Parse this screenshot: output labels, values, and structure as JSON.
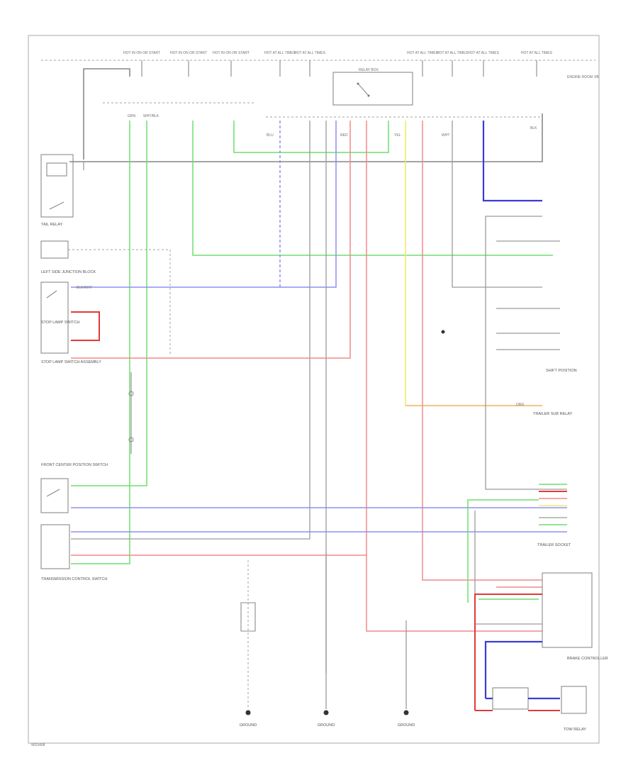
{
  "fuses": [
    "HOT IN ON OR START",
    "HOT IN ON OR START",
    "HOT IN ON OR START",
    "HOT AT ALL TIMES",
    "HOT AT ALL TIMES",
    "HOT AT ALL TIMES",
    "HOT AT ALL TIMES",
    "HOT AT ALL TIMES",
    "HOT AT ALL TIMES"
  ],
  "relay_box_label": "RELAY BOX",
  "components": {
    "tail_relay": "TAIL RELAY",
    "joint_box_lh": "LEFT SIDE JUNCTION BLOCK",
    "stop_lamp_switch": "STOP LAMP SWITCH",
    "stop_lamp_sub": "STOP LAMP SWITCH ASSEMBLY",
    "transfer_position_switch": "FRONT CENTER POSITION SWITCH",
    "transmission_control": "TRANSMISSION CONTROL SWITCH",
    "shift_position": "SHIFT POSITION",
    "trailer_socket": "TRAILER SOCKET",
    "trailer_relay": "TRAILER SUB RELAY",
    "brake_controller": "BRAKE CONTROLLER",
    "tow_relay": "TOW RELAY",
    "engine_room": "ENGINE ROOM J/B",
    "ground1": "GROUND",
    "ground2": "GROUND",
    "ground3": "GROUND"
  },
  "wire_codes": {
    "bk": "BLK",
    "wt": "WHT",
    "rd": "RED",
    "gn": "GRN",
    "bl": "BLU",
    "yl": "YEL",
    "or": "ORG",
    "wtbk": "WHT/BLK",
    "bkwt": "BLK/WHT"
  },
  "diagram_id": "WD3408"
}
